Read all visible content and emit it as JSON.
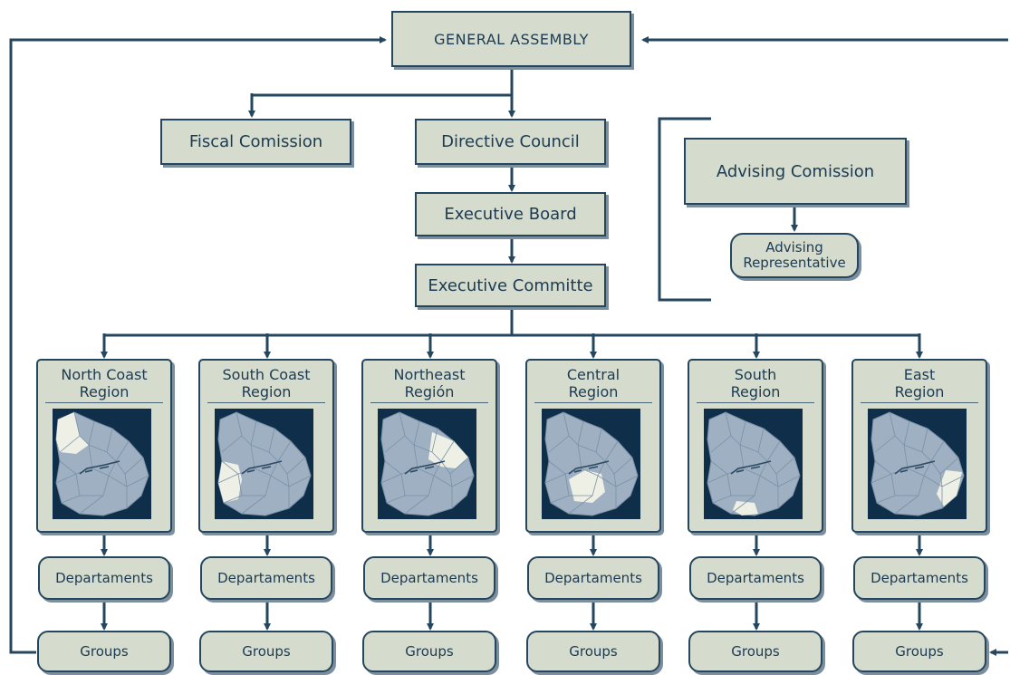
{
  "title": "GENERAL ASSEMBLY",
  "fiscal": "Fiscal Comission",
  "directive": "Directive Council",
  "board": "Executive Board",
  "committee": "Executive Committe",
  "advising": {
    "commission": "Advising Comission",
    "representative_line1": "Advising",
    "representative_line2": "Representative"
  },
  "regions": [
    {
      "line1": "North Coast",
      "line2": "Region",
      "highlight": "north-coast"
    },
    {
      "line1": "South Coast",
      "line2": "Region",
      "highlight": "south-coast"
    },
    {
      "line1": "Northeast",
      "line2": "Región",
      "highlight": "northeast"
    },
    {
      "line1": "Central",
      "line2": "Region",
      "highlight": "central"
    },
    {
      "line1": "South",
      "line2": "Region",
      "highlight": "south"
    },
    {
      "line1": "East",
      "line2": "Region",
      "highlight": "east"
    }
  ],
  "departments_label": "Departaments",
  "groups_label": "Groups",
  "colors": {
    "box_fill": "#d5dccd",
    "border": "#24465f",
    "map_background": "#0e2e4a",
    "map_land": "#9eb0c1",
    "map_highlight": "#eef0e6"
  }
}
